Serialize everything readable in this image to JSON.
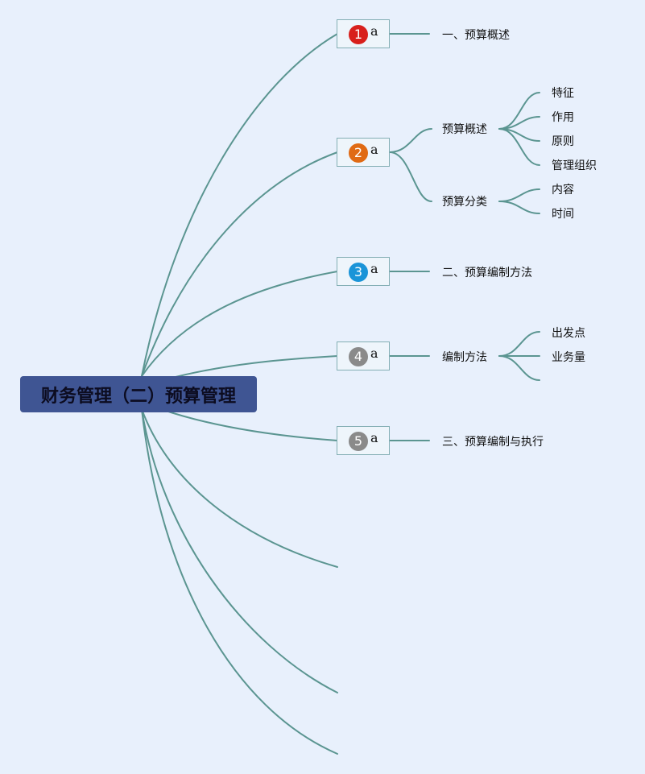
{
  "root": {
    "title": "财务管理（二）预算管理"
  },
  "badges": [
    {
      "number": "1",
      "letter": "a",
      "color": "#d8201c"
    },
    {
      "number": "2",
      "letter": "a",
      "color": "#e06a14"
    },
    {
      "number": "3",
      "letter": "a",
      "color": "#1a94d8"
    },
    {
      "number": "4",
      "letter": "a",
      "color": "#8a8a8a"
    },
    {
      "number": "5",
      "letter": "a",
      "color": "#8a8a8a"
    }
  ],
  "branches": {
    "b1": "一、预算概述",
    "b2_overview": "预算概述",
    "b2_overview_items": [
      "特征",
      "作用",
      "原则",
      "管理组织"
    ],
    "b2_category": "预算分类",
    "b2_category_items": [
      "内容",
      "时间"
    ],
    "b3": "二、预算编制方法",
    "b4": "编制方法",
    "b4_items": [
      "出发点",
      "业务量"
    ],
    "b5": "三、预算编制与执行"
  },
  "colors": {
    "link": "#5b9591",
    "root_bg": "#3f5593",
    "background": "#e8f0fc"
  }
}
